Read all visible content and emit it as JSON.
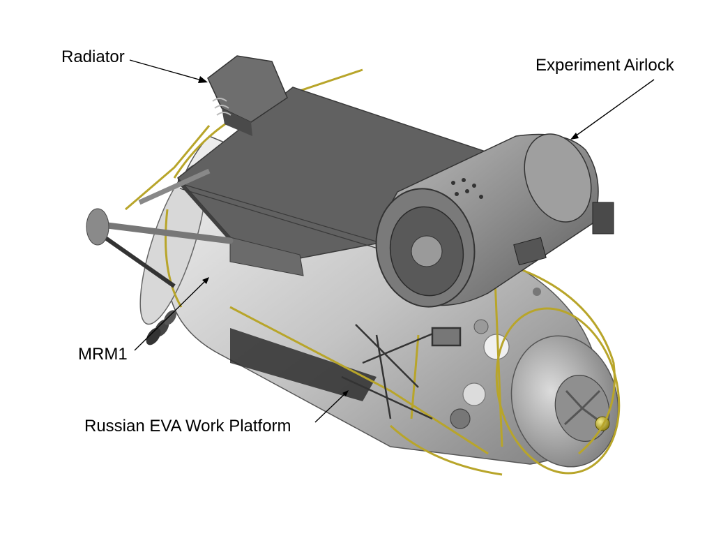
{
  "labels": {
    "radiator": "Radiator",
    "experiment_airlock": "Experiment Airlock",
    "mrm1": "MRM1",
    "eva_platform": "Russian EVA Work Platform"
  },
  "colors": {
    "background": "#ffffff",
    "module_body": "#c9c9c9",
    "module_shadow": "#8c8c8c",
    "panel": "#5c5c5c",
    "handrail": "#b8a52a",
    "text": "#000000"
  }
}
